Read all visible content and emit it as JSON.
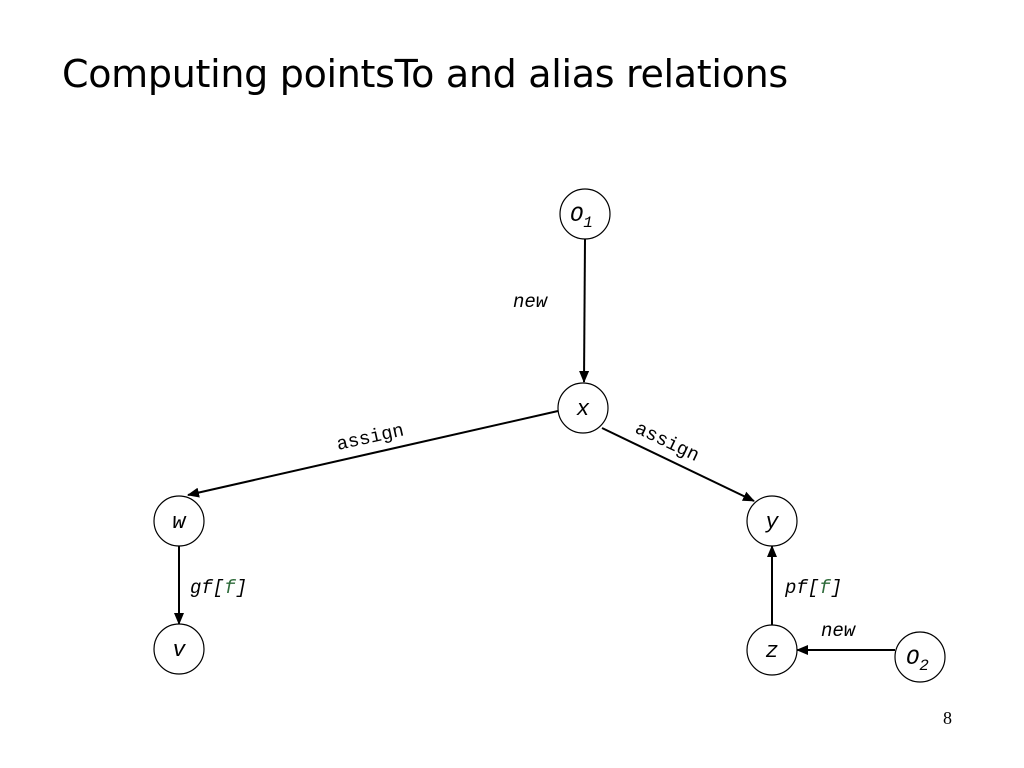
{
  "title": "Computing pointsTo and alias relations",
  "page_number": "8",
  "colors": {
    "field": "#2e6b3a",
    "stroke": "#000000"
  },
  "nodes": {
    "o1": {
      "label": "O",
      "sub": "1"
    },
    "x": {
      "label": "x"
    },
    "w": {
      "label": "w"
    },
    "y": {
      "label": "y"
    },
    "v": {
      "label": "v"
    },
    "z": {
      "label": "z"
    },
    "o2": {
      "label": "O",
      "sub": "2"
    }
  },
  "edges": {
    "o1_x": {
      "label": "new"
    },
    "x_w": {
      "label": "assign"
    },
    "x_y": {
      "label": "assign"
    },
    "w_v": {
      "prefix": "gf[",
      "field": "f",
      "suffix": "]"
    },
    "z_y": {
      "prefix": "pf[",
      "field": "f",
      "suffix": "]"
    },
    "o2_z": {
      "label": "new"
    }
  }
}
